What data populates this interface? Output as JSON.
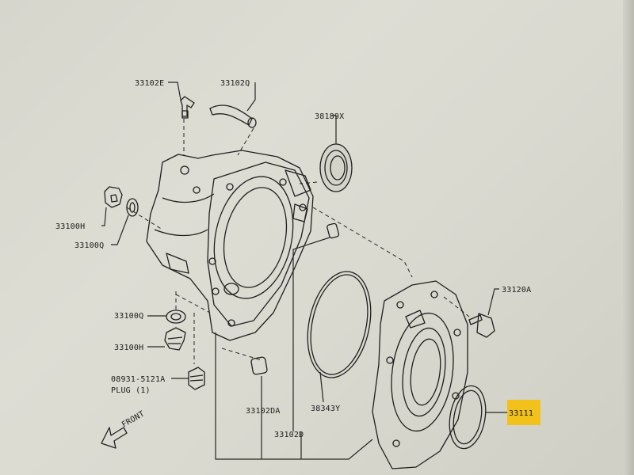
{
  "callouts": {
    "c33102E": "33102E",
    "c33102Q": "33102Q",
    "c38189X": "38189X",
    "c33100H_top": "33100H",
    "c33100Q_top": "33100Q",
    "c33100Q_mid": "33100Q",
    "c33100H_mid": "33100H",
    "c08931": "08931-5121A",
    "plug": "PLUG (1)",
    "c33102DA": "33102DA",
    "c38343Y": "38343Y",
    "c33102D": "33102D",
    "c33120A": "33120A",
    "c33111": "33111"
  },
  "direction": {
    "front": "FRONT"
  },
  "colors": {
    "highlight": "#f2c21b",
    "ink": "#1f1f1f",
    "paper": "#d9d9d0"
  }
}
